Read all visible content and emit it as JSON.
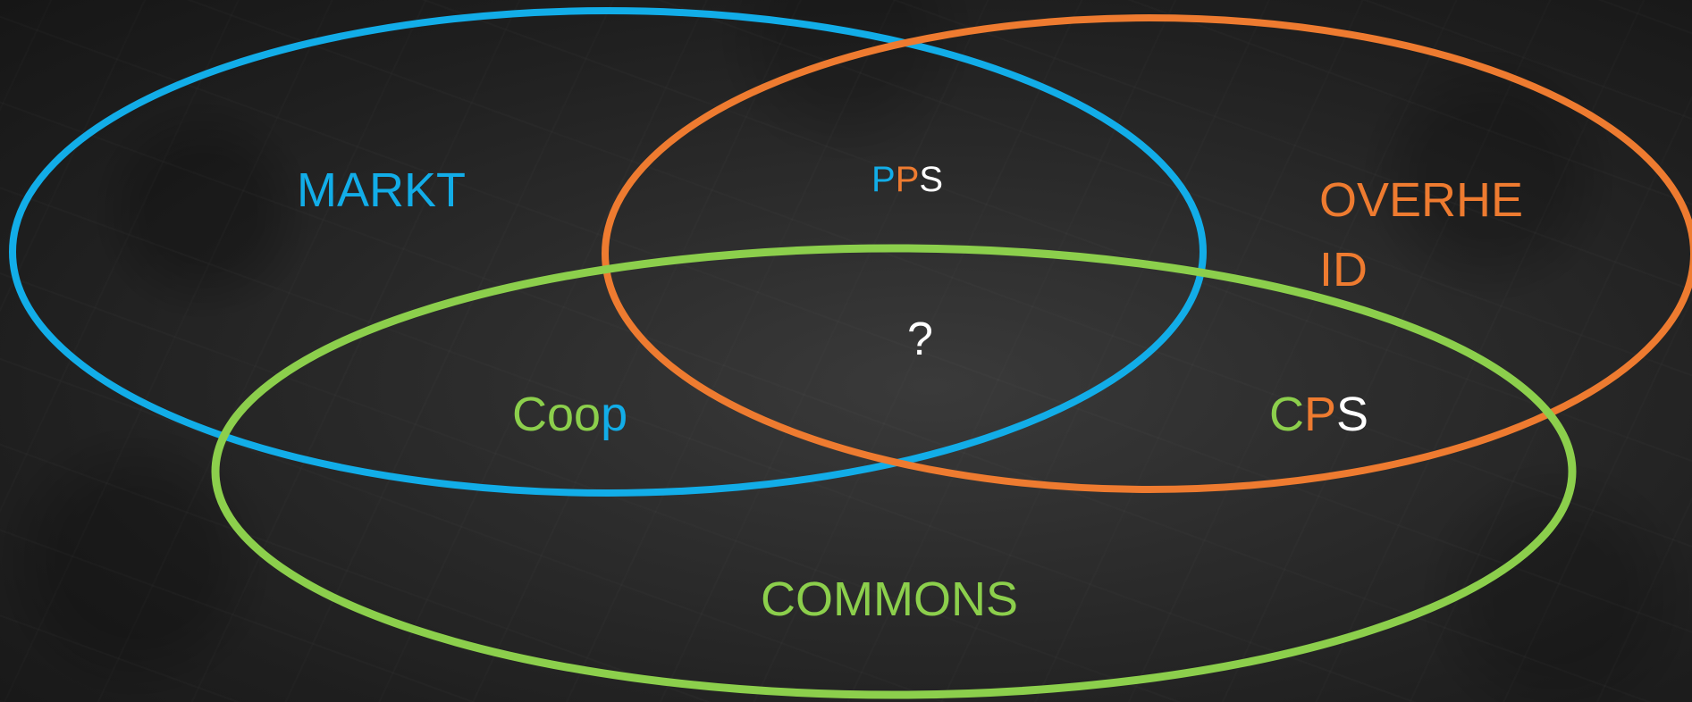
{
  "colors": {
    "markt": "#12ade8",
    "overheid": "#ee7b30",
    "commons": "#8ccf4c",
    "neutral": "#ffffff"
  },
  "labels": {
    "markt": "MARKT",
    "overheid": "OVERHEID",
    "commons": "COMMONS",
    "question": "?",
    "pps": {
      "p1": "P",
      "p2": "P",
      "s": "S"
    },
    "coop": {
      "c": "C",
      "oo": "oo",
      "p": "p"
    },
    "cps": {
      "c": "C",
      "p": "P",
      "s": "S"
    }
  }
}
